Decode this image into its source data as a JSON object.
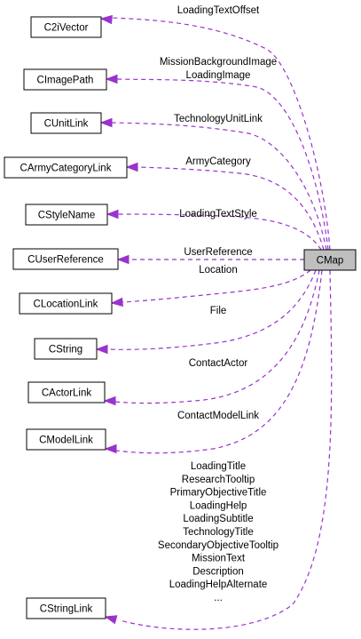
{
  "diagram": {
    "main_node": "CMap",
    "nodes": [
      "C2iVector",
      "CImagePath",
      "CUnitLink",
      "CArmyCategoryLink",
      "CStyleName",
      "CUserReference",
      "CLocationLink",
      "CString",
      "CActorLink",
      "CModelLink",
      "CStringLink"
    ],
    "edge_labels": [
      [
        "LoadingTextOffset"
      ],
      [
        "MissionBackgroundImage",
        "LoadingImage"
      ],
      [
        "TechnologyUnitLink"
      ],
      [
        "ArmyCategory"
      ],
      [
        "LoadingTextStyle"
      ],
      [
        "UserReference"
      ],
      [
        "Location"
      ],
      [
        "File"
      ],
      [
        "ContactActor"
      ],
      [
        "ContactModelLink"
      ],
      [
        "LoadingTitle",
        "ResearchTooltip",
        "PrimaryObjectiveTitle",
        "LoadingHelp",
        "LoadingSubtitle",
        "TechnologyTitle",
        "SecondaryObjectiveTooltip",
        "MissionText",
        "Description",
        "LoadingHelpAlternate",
        "..."
      ]
    ]
  }
}
